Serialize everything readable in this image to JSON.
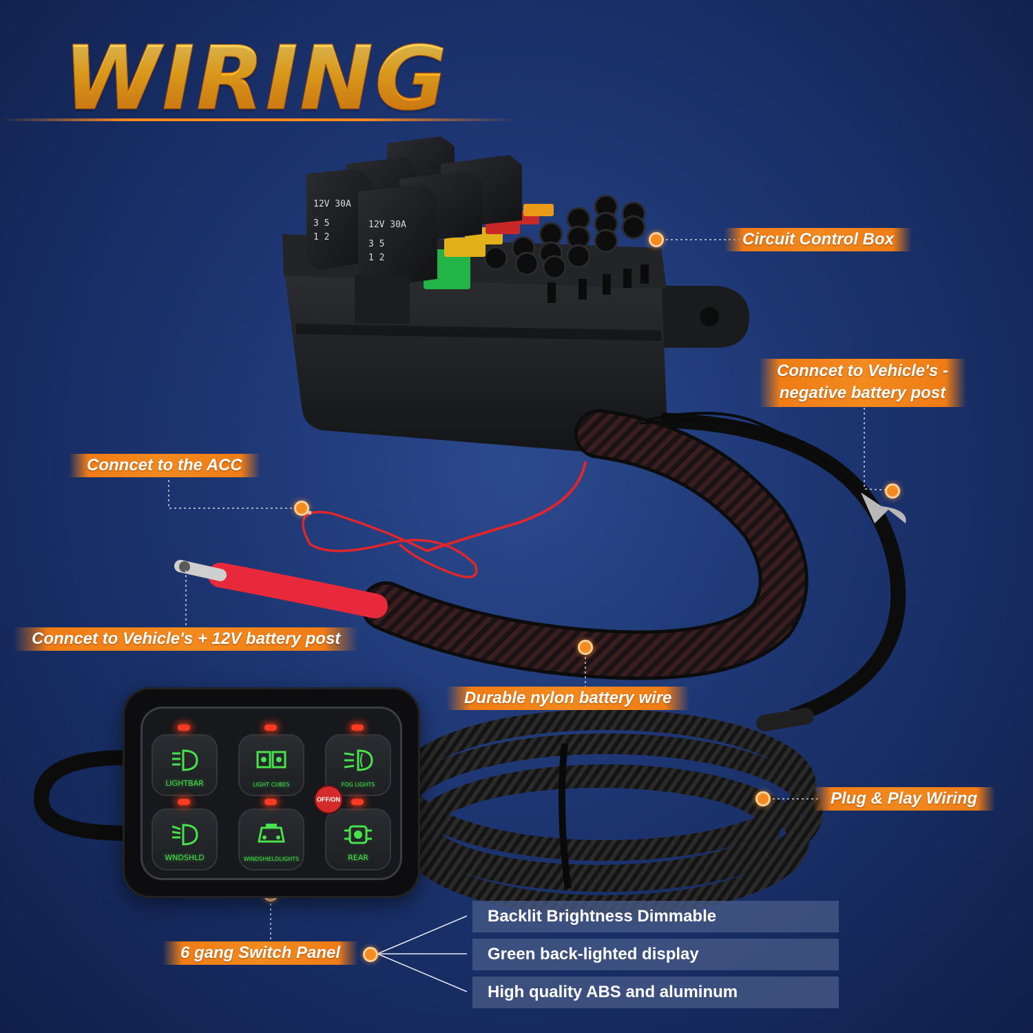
{
  "title": "WIRING",
  "callouts": {
    "circuit_box": "Circuit Control Box",
    "negative_post_line1": "Conncet to Vehicle's -",
    "negative_post_line2": "negative battery post",
    "acc": "Conncet to the ACC",
    "positive_post": "Conncet to Vehicle's + 12V battery post",
    "nylon_wire": "Durable nylon battery wire",
    "plug_play": "Plug & Play Wiring",
    "switch_panel": "6 gang Switch Panel"
  },
  "features": [
    "Backlit Brightness Dimmable",
    "Green back-lighted display",
    "High quality ABS and aluminum"
  ],
  "relay_labels": {
    "rating": "12V 30A",
    "pins_top": "3  5",
    "pins_bottom": "1  2"
  },
  "switch_panel": {
    "buttons": [
      {
        "label": "LIGHTBAR",
        "icon": "lightbar-icon"
      },
      {
        "label": "LIGHT CUBES",
        "icon": "light-cubes-icon"
      },
      {
        "label": "FOG LIGHTS",
        "icon": "fog-lights-icon"
      },
      {
        "label": "WNDSHLD",
        "icon": "windshield-light-icon"
      },
      {
        "label": "WINDSHIELDLIGHTS",
        "icon": "windshield-lights-icon"
      },
      {
        "label": "REAR",
        "icon": "rear-light-icon"
      }
    ],
    "power_button": "OFF/ON"
  },
  "colors": {
    "accent_orange": "#f28a1e",
    "panel_green": "#48e24a",
    "led_red": "#ff3a22",
    "background_blue": "#1c3470"
  }
}
